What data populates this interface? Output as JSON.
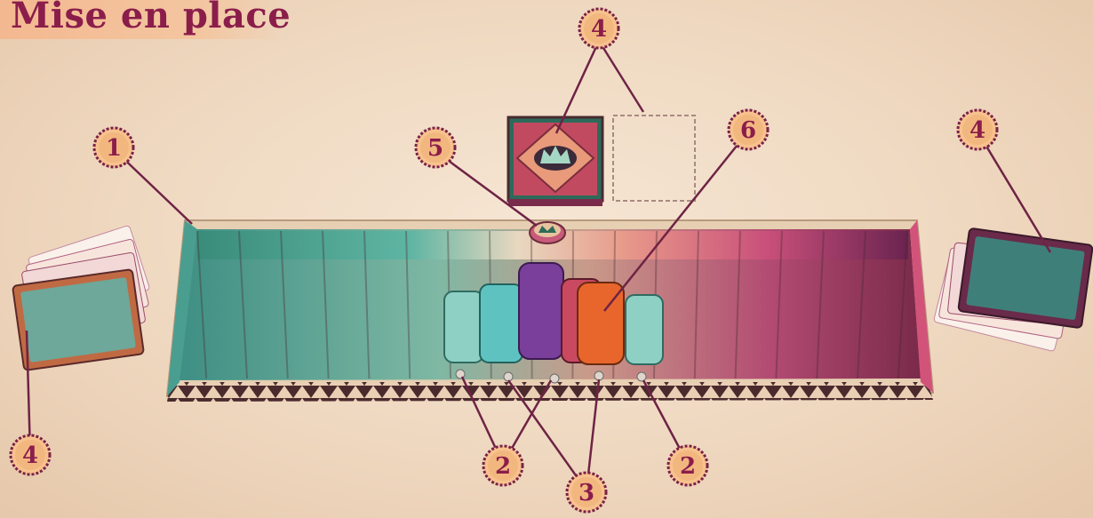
{
  "title": "Mise en place",
  "callouts": [
    {
      "id": "c4-top",
      "label": "4"
    },
    {
      "id": "c1",
      "label": "1"
    },
    {
      "id": "c5",
      "label": "5"
    },
    {
      "id": "c6",
      "label": "6"
    },
    {
      "id": "c4-right",
      "label": "4"
    },
    {
      "id": "c4-left",
      "label": "4"
    },
    {
      "id": "c2-left",
      "label": "2"
    },
    {
      "id": "c3",
      "label": "3"
    },
    {
      "id": "c2-right",
      "label": "2"
    }
  ],
  "colors": {
    "accent": "#8b1d4b",
    "callout_fill": "#f2b77f",
    "board_teal": "#4f9c8e",
    "board_pink": "#c94e74",
    "background": "#f2dfca"
  }
}
